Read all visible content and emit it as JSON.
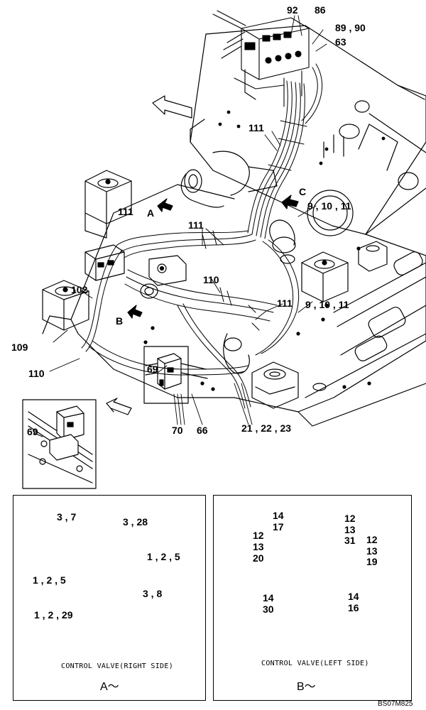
{
  "labels": {
    "l92": "92",
    "l86": "86",
    "l89_90": "89 , 90",
    "l63": "63",
    "l111_top": "111",
    "lC": "C",
    "l9_10_11_a": "9 , 10 , 11",
    "l111_A": "111",
    "lA": "A",
    "l111_mid": "111",
    "l110_mid": "110",
    "l111_r": "111",
    "l9_10_11_b": "9 , 10 , 11",
    "l102": "102",
    "lB": "B",
    "l109": "109",
    "l110_left": "110",
    "l69_main": "69",
    "l70": "70",
    "l66": "66",
    "l21_22_23": "21 , 22 , 23",
    "l69_inset": "69"
  },
  "detail_a": {
    "labels": [
      "3 , 7",
      "3 , 28",
      "1 , 2 , 5",
      "1 , 2 , 5",
      "3 , 8",
      "1 , 2 , 29"
    ],
    "caption": "CONTROL VALVE(RIGHT SIDE)",
    "view": "A～"
  },
  "detail_b": {
    "labels": [
      "14",
      "17",
      "12",
      "13",
      "31",
      "12",
      "13",
      "20",
      "12",
      "13",
      "19",
      "14",
      "30",
      "14",
      "16"
    ],
    "caption": "CONTROL VALVE(LEFT SIDE)",
    "view": "B～"
  },
  "drawing_code": "BS07M825"
}
